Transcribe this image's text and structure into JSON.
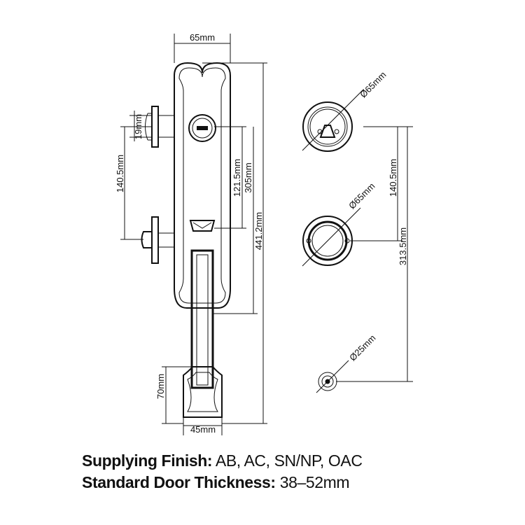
{
  "dimensions": {
    "plate_width": "65mm",
    "cylinder_height": "19mm",
    "latch_spacing_left": "140.5mm",
    "cylinder_to_thumb": "121.5mm",
    "cylinder_to_handle": "305mm",
    "overall_height": "441.2mm",
    "handle_bottom": "70mm",
    "handle_width": "45mm",
    "deadbolt_rose_dia": "Ø65mm",
    "latch_rose_dia": "Ø65mm",
    "small_rose_dia": "Ø25mm",
    "right_spacing_1": "140.5mm",
    "right_spacing_2": "313.5mm"
  },
  "captions": {
    "finish_label": "Supplying Finish:",
    "finish_value": "AB, AC, SN/NP, OAC",
    "thickness_label": "Standard Door Thickness:",
    "thickness_value": "38–52mm"
  }
}
